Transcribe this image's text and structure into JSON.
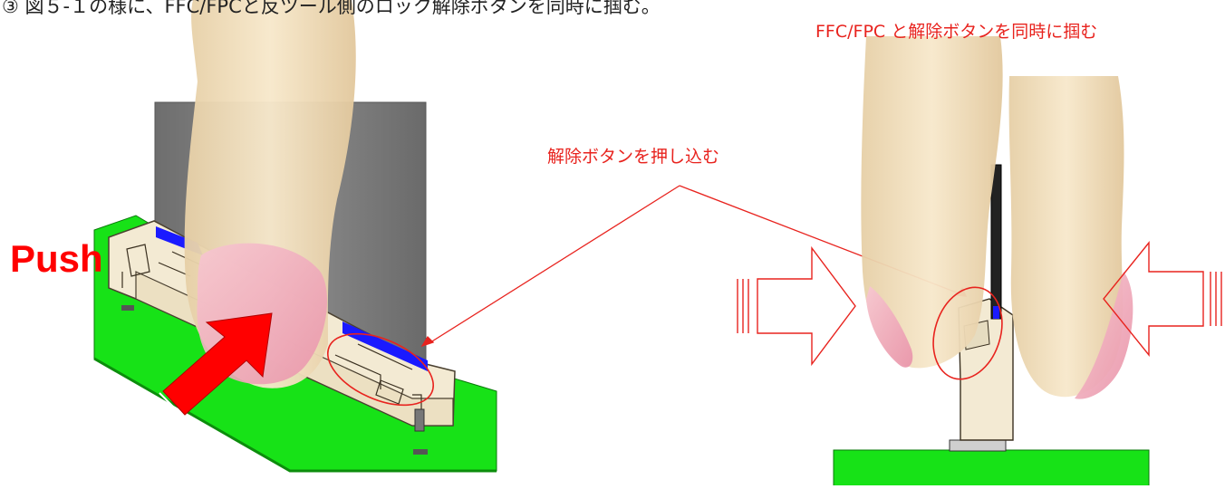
{
  "captions": {
    "top_left": "③ 図５-１の様に、FFC/FPCと反ツール側のロック解除ボタンを同時に掴む。",
    "top_right": "FFC/FPC と解除ボタンを同時に掴む",
    "middle": "解除ボタンを押し込む",
    "push": "Push"
  },
  "colors": {
    "pcb": "#17e217",
    "cable": "#7d7d7d",
    "connector": "#f3ead3",
    "finger": "#f2e0c0",
    "nail": "#f4b8c4",
    "blue_strip": "#1a1aff",
    "annotation_red": "#e8231e",
    "push_arrow": "#ff0000"
  }
}
